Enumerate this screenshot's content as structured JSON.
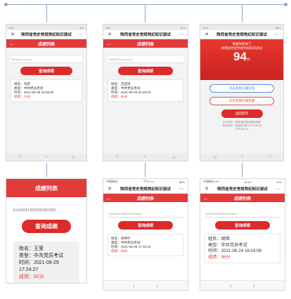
{
  "app": {
    "window_title": "陕西省党史党规党纪知识测试",
    "page_title": "成绩列表",
    "query_button": "查询成绩",
    "field_name": "姓名",
    "field_type": "类型",
    "field_time": "时间",
    "field_score": "成绩",
    "accent_color": "#e23b3b"
  },
  "panels": [
    {
      "id_number": "6104••••••••••••",
      "name": "刘新",
      "type": "中共党员考试",
      "time": "2021-06-29 23:06:06",
      "score": "78分"
    },
    {
      "id_number": "610427••••••••••••",
      "name": "吕亚凤",
      "type": "中共党员考试",
      "time": "2021-06-29 22:49:02",
      "score": "96分"
    },
    {
      "banner_lines": [
        "恭喜你参加了",
        "陕西省党史党规党纪知识测试"
      ],
      "score_value": "94",
      "score_unit": "分",
      "btn_1": "点击查看正确答案",
      "btn_2": "分享至微信朋友圈",
      "btn_3": "返回首页",
      "note_1": "主办单位：陕西省纪委监委宣传部",
      "note_2": "技术支持：陕西经济网 2021-06-29",
      "note_3": "2021.06.29"
    },
    {
      "id_number": "610425199209280266",
      "name": "王莹",
      "type": "中共党员考试",
      "time": "2021-06-29 17:24:27",
      "score": "92分"
    },
    {
      "carrier": "中国移动",
      "clock": "下午4:14",
      "battery": "88%",
      "id_number": "6104251980215020093",
      "name": "徐秀玲",
      "type": "中共党员考试",
      "time": "2021-06-29 17:16:10",
      "score": "86分"
    },
    {
      "carrier": "中国移动 4G",
      "clock": "16:09",
      "battery": "74%",
      "id_number": "610271199201169306",
      "name": "胡伟",
      "type": "中共党员考试",
      "time": "2021-06-24 16:03:08",
      "score": "96分"
    }
  ]
}
